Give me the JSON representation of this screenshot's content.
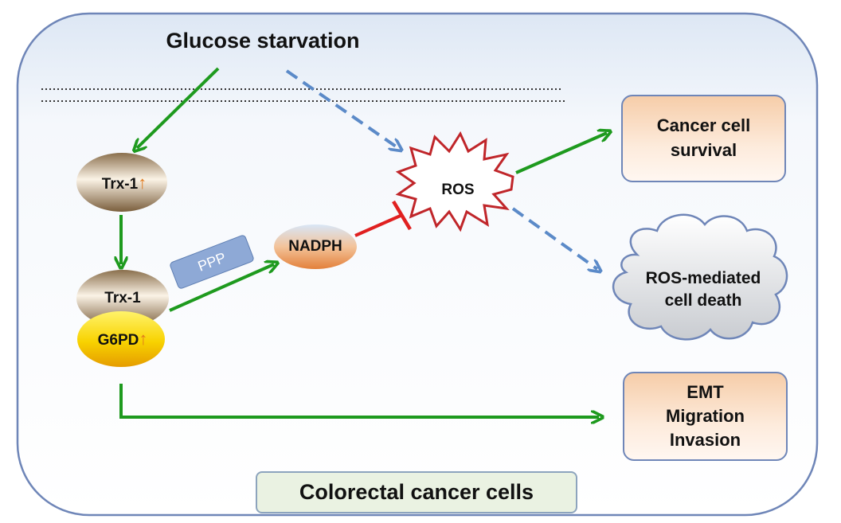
{
  "title": "Glucose starvation",
  "nodes": {
    "trx1_top": "Trx-1",
    "trx1_bottom": "Trx-1",
    "g6pd": "G6PD",
    "nadph": "NADPH",
    "ros": "ROS",
    "ppp": "PPP",
    "up_arrow": "↑"
  },
  "outcomes": {
    "survival_line1": "Cancer cell",
    "survival_line2": "survival",
    "death_line1": "ROS-mediated",
    "death_line2": "cell death",
    "emt_line1": "EMT",
    "emt_line2": "Migration",
    "emt_line3": "Invasion"
  },
  "footer": "Colorectal cancer cells",
  "colors": {
    "activation_arrow": "#1e9a1e",
    "inhibition": "#e02020",
    "dashed_arrow": "#5b8ac8",
    "ros_fill": "#ffffff",
    "ros_stroke": "#c0262a",
    "g6pd_fill": "#f7c800",
    "trx_fill": "#bfa27a",
    "nadph_fill": "#f0a868",
    "frame_stroke": "#6f86b8"
  }
}
